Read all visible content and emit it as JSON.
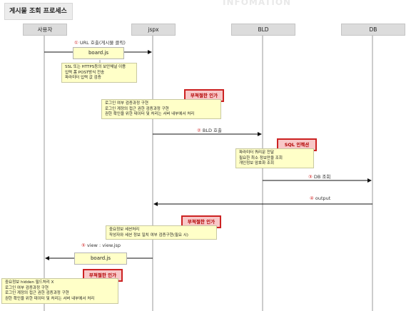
{
  "title": "게시물 조회 프로세스",
  "watermark": "INFOMATION",
  "actors": [
    "사용자",
    "jspx",
    "BLD",
    "DB"
  ],
  "messages": [
    {
      "num": "①",
      "text": "URL 호출(게시물 클릭)"
    },
    {
      "num": "②",
      "text": "BLD 호출"
    },
    {
      "num": "③",
      "text": "DB 조회"
    },
    {
      "num": "④",
      "text": "output"
    },
    {
      "num": "⑤",
      "text": "view : view.jsp"
    }
  ],
  "boxes": [
    "board.js",
    "board.js"
  ],
  "flags": [
    "부적절한 인가",
    "SQL 인젝션",
    "부적절한 인가",
    "부적절한 인가"
  ],
  "notes": [
    [
      "SSL 또는 HTTPS등의 보안채널 이용",
      "입력 폼 POST방식 전송",
      "파라미터 입력 값 검증"
    ],
    [
      "로그인 여부 검증과정 구현",
      "로그인 계정의 접근 권한 검증과정 구현",
      "권한 확인을 위한 데이터 및 처리는 서버 내부에서 처리"
    ],
    [
      "파라미터 쿼리문 전달",
      "필요한 최소 정보만을 조회",
      "개인정보 암호화 조회"
    ],
    [
      "중요정보 세션처리",
      "작성자와 세션 정보 일치 여부 검증구현(필요 시)"
    ],
    [
      "중요정보 hidden 필드처리 X",
      "로그인 여부 검증과정 구현",
      "로그인 계정의 접근 권한 검증과정 구현",
      "권한 확인을 위한 데이터 및 처리는 서버 내부에서 처리"
    ]
  ]
}
